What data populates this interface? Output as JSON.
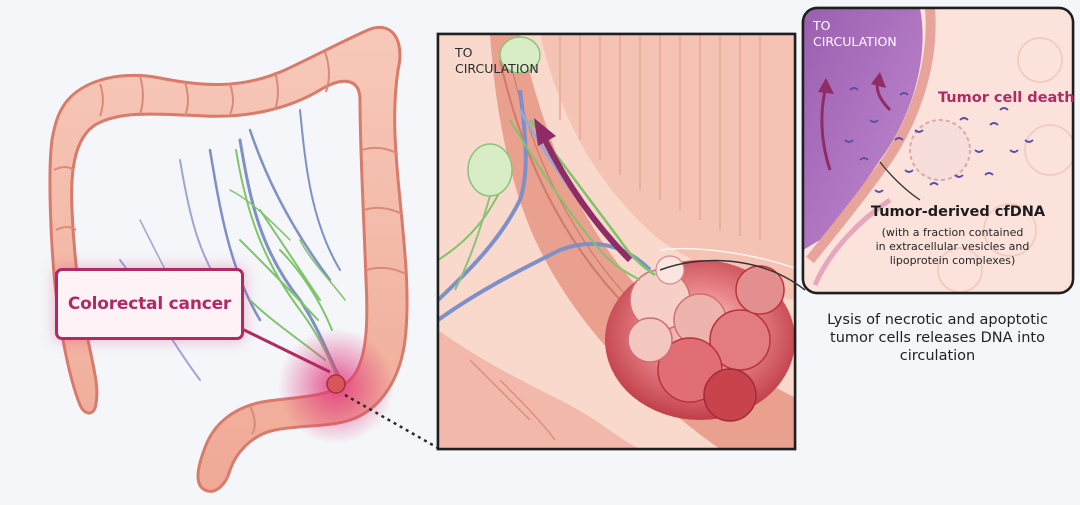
{
  "labels": {
    "colorectal_cancer": "Colorectal cancer",
    "to_circulation_main_1": "TO",
    "to_circulation_main_2": "CIRCULATION",
    "to_circulation_inset_1": "TO",
    "to_circulation_inset_2": "CIRCULATION",
    "tumor_cell_death": "Tumor cell death",
    "cfdna_title": "Tumor-derived cfDNA",
    "cfdna_sub_1": "(with a fraction contained",
    "cfdna_sub_2": "in extracellular vesicles and",
    "cfdna_sub_3": "lipoprotein complexes)",
    "lysis_1": "Lysis of necrotic and apoptotic",
    "lysis_2": "tumor cells releases DNA into",
    "lysis_3": "circulation"
  },
  "colors": {
    "accent_magenta": "#b02a63",
    "colon_pink": "#f3b9a8",
    "colon_outline": "#d97a6a",
    "vessel_blue": "#7f8fc8",
    "vessel_green": "#7fc46a",
    "tumor_red": "#d8555a",
    "circulation_purple": "#9c6bb0"
  }
}
